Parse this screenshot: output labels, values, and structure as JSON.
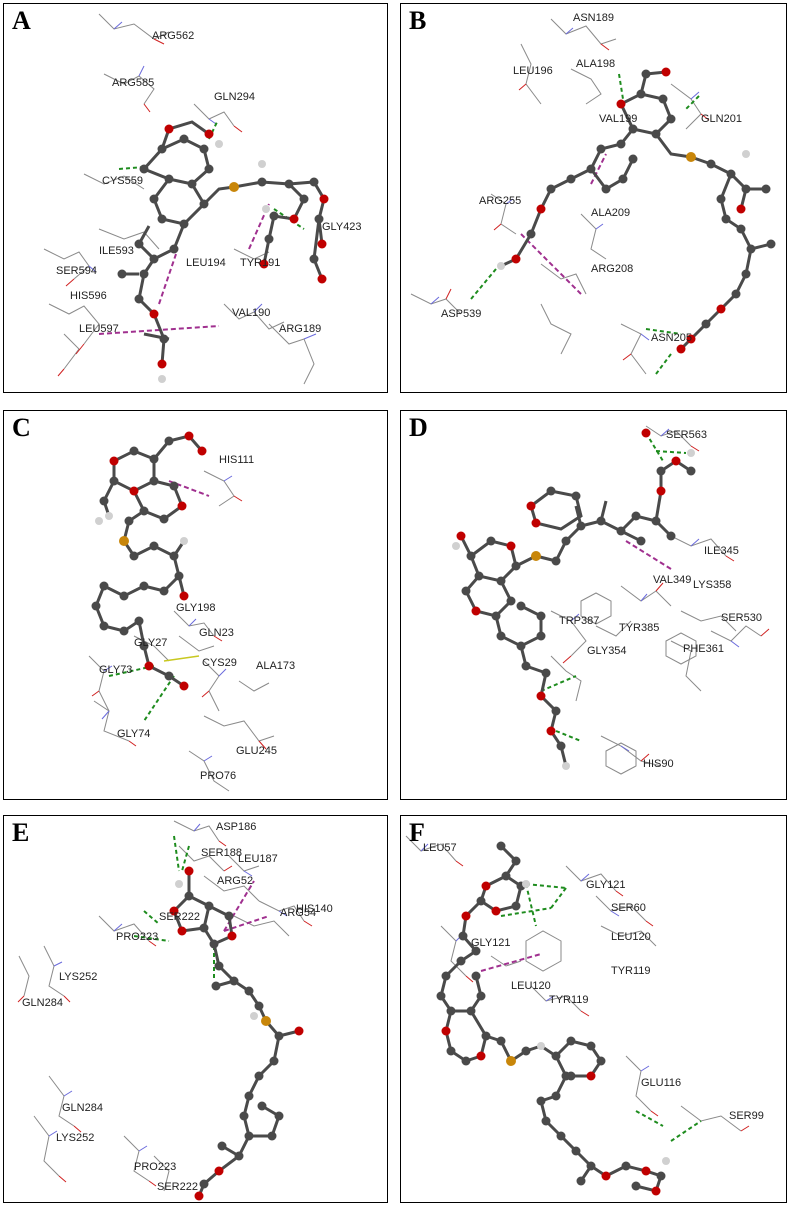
{
  "colors": {
    "carbon": "#4a4a4a",
    "oxygen": "#c00000",
    "sulfur": "#c8860a",
    "hydrogen": "#d0d0d0",
    "hbond": "#1e8c1e",
    "pi": "#a0308f",
    "residue": "#8a8a8a",
    "residue_n": "#6a6adc",
    "residue_o": "#d02020"
  },
  "panels": [
    {
      "label": "A",
      "residues": [
        "ARG562",
        "ARG585",
        "GLN294",
        "CYS559",
        "ILE593",
        "SER594",
        "HIS596",
        "LEU194",
        "TYR191",
        "GLY423",
        "VAL190",
        "ARG189",
        "LEU597"
      ]
    },
    {
      "label": "B",
      "residues": [
        "ASN189",
        "LEU196",
        "ALA198",
        "VAL199",
        "GLN201",
        "ARG255",
        "ALA209",
        "ARG208",
        "ASP539",
        "ASN205"
      ]
    },
    {
      "label": "C",
      "residues": [
        "HIS111",
        "GLY198",
        "GLY27",
        "GLN23",
        "GLY73",
        "CYS29",
        "ALA173",
        "GLY74",
        "GLU245",
        "PRO76"
      ]
    },
    {
      "label": "D",
      "residues": [
        "SER563",
        "ILE345",
        "VAL349",
        "LYS358",
        "TRP387",
        "TYR385",
        "SER530",
        "GLY354",
        "PHE361",
        "HIS90"
      ]
    },
    {
      "label": "E",
      "residues": [
        "ASP186",
        "SER188",
        "LEU187",
        "ARG52",
        "HIS140",
        "SER222",
        "ARG54",
        "PRO223",
        "LYS252",
        "GLN284",
        "GLN284",
        "LYS252",
        "PRO223",
        "SER222"
      ]
    },
    {
      "label": "F",
      "residues": [
        "LEU57",
        "GLY121",
        "SER60",
        "LEU120",
        "GLY121",
        "TYR119",
        "LEU120",
        "TYR119",
        "GLU116",
        "SER99"
      ]
    }
  ]
}
